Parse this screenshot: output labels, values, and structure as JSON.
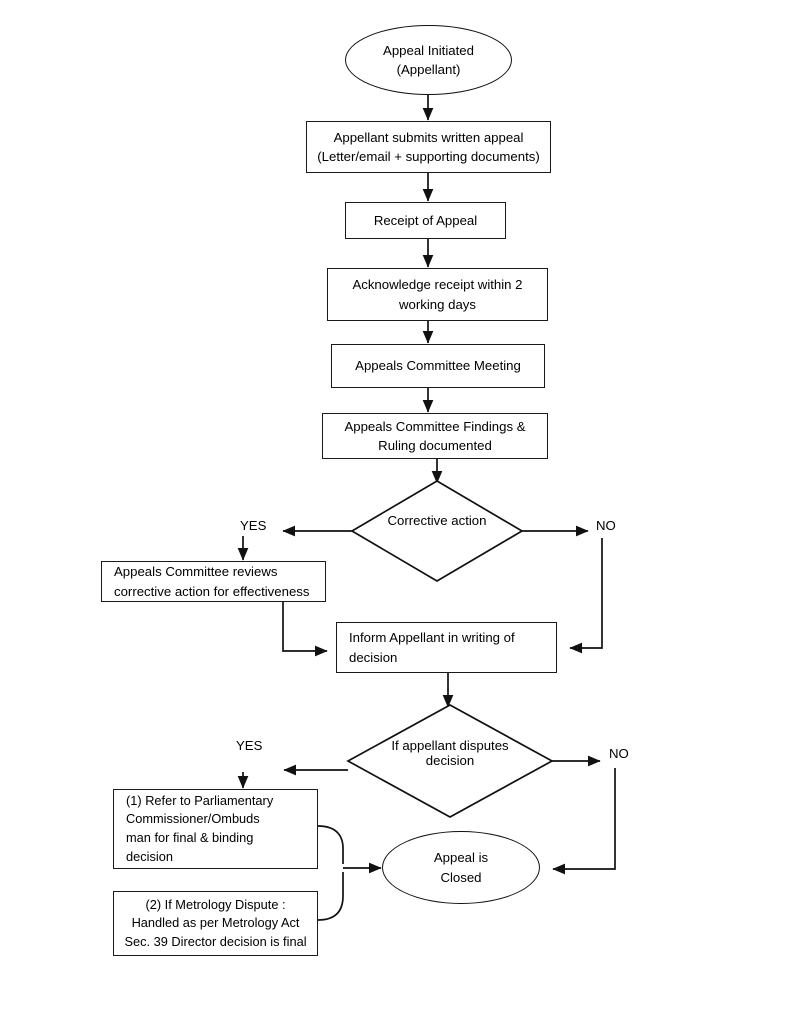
{
  "diagram": {
    "title": "Appeal Handling Process Flowchart",
    "background_color": "#ffffff",
    "line_color": "#1a1a1a",
    "text_color": "#000000"
  },
  "nodes": {
    "start": {
      "shape": "ellipse",
      "text": "Appeal Initiated\n(Appellant)"
    },
    "submit_appeal": {
      "shape": "process",
      "text": "Appellant submits written appeal\n(Letter/email + supporting documents)"
    },
    "receipt": {
      "shape": "process",
      "text": "Receipt of Appeal"
    },
    "acknowledge": {
      "shape": "process",
      "text": "Acknowledge receipt within 2\nworking days"
    },
    "committee_meeting": {
      "shape": "process",
      "text": "Appeals Committee Meeting"
    },
    "findings": {
      "shape": "process",
      "text": "Appeals Committee Findings &\nRuling documented"
    },
    "corrective_action": {
      "shape": "decision",
      "text": "Corrective\naction"
    },
    "committee_reviews": {
      "shape": "process",
      "text": "Appeals Committee reviews\ncorrective action for effectiveness"
    },
    "inform_appellant": {
      "shape": "process",
      "text": "Inform Appellant in writing of\ndecision"
    },
    "disputes": {
      "shape": "decision",
      "text": "If appellant\ndisputes\ndecision"
    },
    "refer_ombudsman": {
      "shape": "process",
      "text": "(1)  Refer to Parliamentary\n      Commissioner/Ombuds\n      man for final & binding\n      decision"
    },
    "metrology_dispute": {
      "shape": "process",
      "text": "(2) If Metrology Dispute :\nHandled as per Metrology Act\nSec. 39 Director decision is final"
    },
    "appeal_closed": {
      "shape": "ellipse",
      "text": "Appeal is\nClosed"
    }
  },
  "branch_labels": {
    "corrective_yes": "YES",
    "corrective_no": "NO",
    "disputes_yes": "YES",
    "disputes_no": "NO"
  }
}
